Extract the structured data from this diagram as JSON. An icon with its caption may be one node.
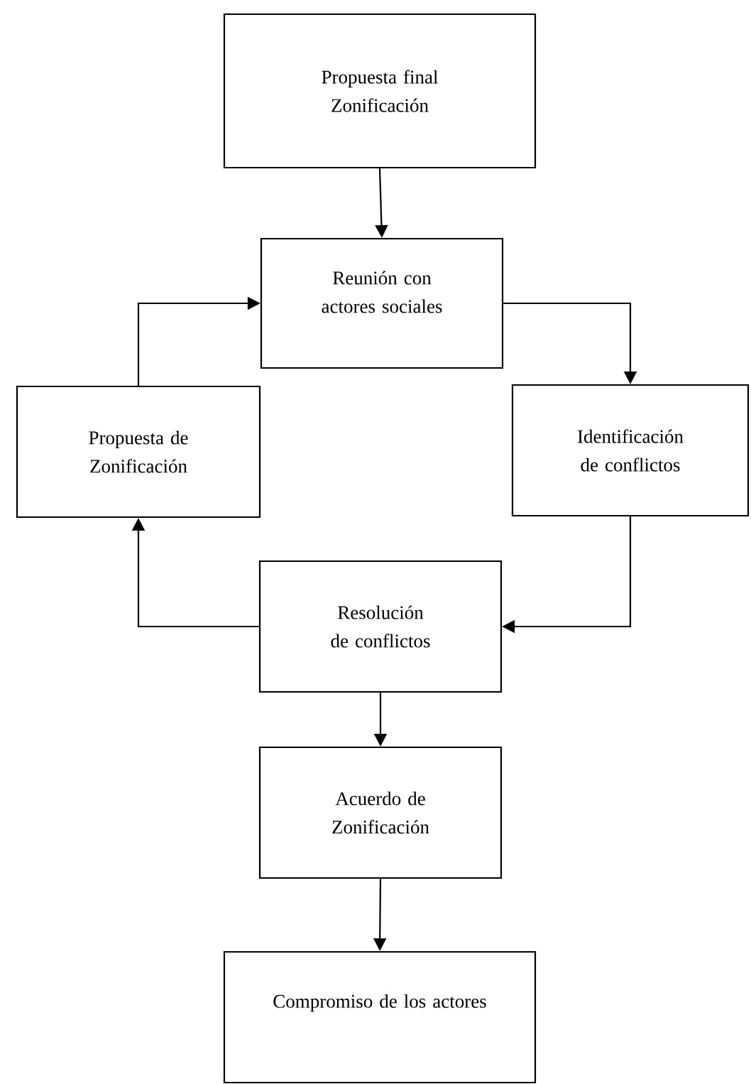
{
  "diagram": {
    "nodes": [
      {
        "text": [
          "Propuesta final Zonificación"
        ]
      },
      {
        "text": [
          "Reunión con actores sociales"
        ]
      },
      {
        "text": [
          "Propuesta de Zonificación"
        ]
      },
      {
        "text": [
          "Identificación de conflictos"
        ]
      },
      {
        "text": [
          "Resolución de conflictos"
        ]
      },
      {
        "text": [
          "Acuerdo de Zonificación"
        ]
      },
      {
        "text": [
          "Compromiso de los actores"
        ]
      }
    ],
    "edges": [
      {
        "from": 0,
        "to": 1,
        "arrow": "to"
      },
      {
        "from": 1,
        "to": 3,
        "arrow": "to"
      },
      {
        "from": 3,
        "to": 4,
        "arrow": "to"
      },
      {
        "from": 4,
        "to": 2,
        "arrow": "to"
      },
      {
        "from": 2,
        "to": 1,
        "arrow": "to"
      },
      {
        "from": 4,
        "to": 5,
        "arrow": "to"
      },
      {
        "from": 5,
        "to": 6,
        "arrow": "to"
      }
    ]
  }
}
